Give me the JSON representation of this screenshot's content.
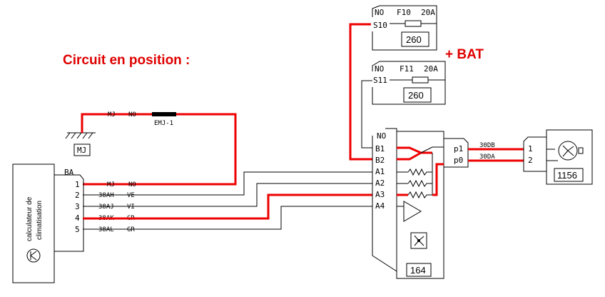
{
  "title": "Circuit en position :",
  "bat_label": "+ BAT",
  "colors": {
    "active": "#ee0000",
    "inactive": "#000000"
  },
  "fuse_f10": {
    "connector": "NO",
    "pin": "S10",
    "fuse": "F10",
    "rating": "20A",
    "ref": "260"
  },
  "fuse_f11": {
    "connector": "NO",
    "pin": "S11",
    "fuse": "F11",
    "rating": "20A",
    "ref": "260"
  },
  "ground": {
    "label": "MJ",
    "icon": "ground-icon"
  },
  "harness": {
    "wire": "MJ",
    "color": "NO",
    "interconnect": "EMJ-1"
  },
  "ecu": {
    "label_line1": "calculateur de",
    "label_line2": "climatisation",
    "connector": "BA",
    "icon": "ecu-symbol-icon",
    "pins": [
      {
        "pin": "1",
        "wire": "MJ",
        "color": "NO"
      },
      {
        "pin": "2",
        "wire": "38AH",
        "color": "VE"
      },
      {
        "pin": "3",
        "wire": "38AJ",
        "color": "VI"
      },
      {
        "pin": "4",
        "wire": "38AK",
        "color": "GR"
      },
      {
        "pin": "5",
        "wire": "38AL",
        "color": "GR"
      }
    ]
  },
  "module_164": {
    "connector": "NO",
    "ref": "164",
    "icon": "fan-icon",
    "pins_left": [
      "B1",
      "B2",
      "A1",
      "A2",
      "A3",
      "A4"
    ],
    "pins_right": [
      "p1",
      "p0"
    ]
  },
  "motor_1156": {
    "ref": "1156",
    "icon": "fan-motor-icon",
    "pins": [
      "1",
      "2"
    ],
    "wires": [
      "30DB",
      "30DA"
    ]
  }
}
